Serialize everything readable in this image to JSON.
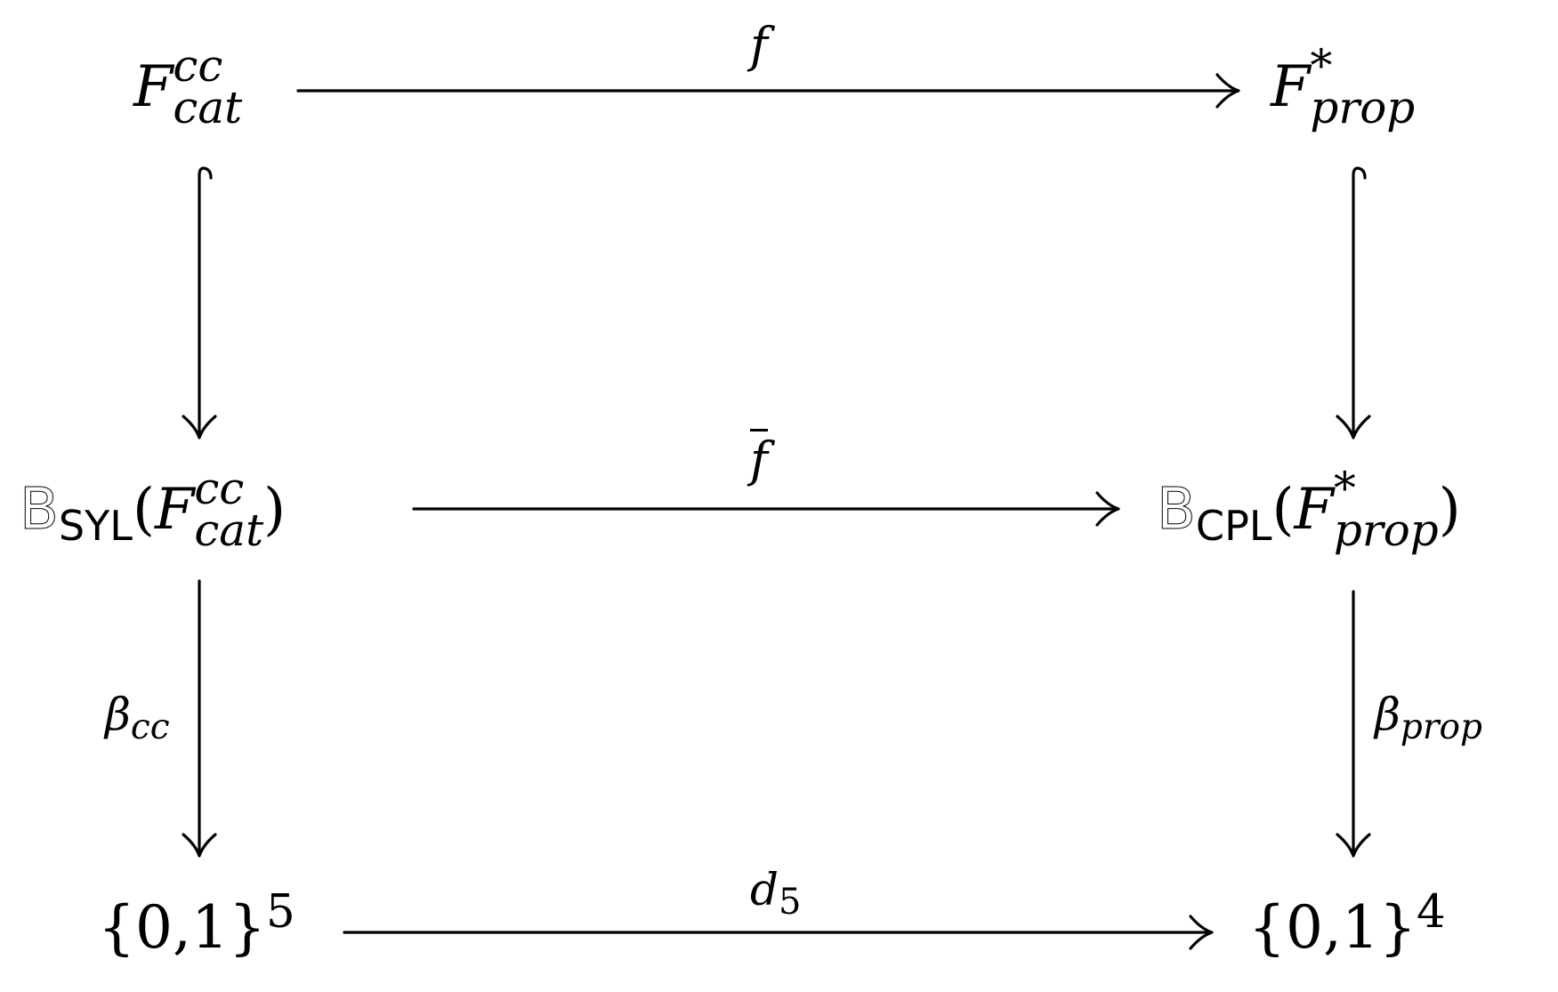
{
  "nodes": {
    "top_left": {
      "base": "F",
      "sup": "cc",
      "sub": "cat"
    },
    "top_right": {
      "base": "F",
      "sup": "*",
      "sub": "prop"
    },
    "mid_left": {
      "bb": "B",
      "bb_sub": "SYL",
      "open": "(",
      "base": "F",
      "sup": "cc",
      "sub": "cat",
      "close": ")"
    },
    "mid_right": {
      "bb": "B",
      "bb_sub": "CPL",
      "open": "(",
      "base": "F",
      "sup": "*",
      "sub": "prop",
      "close": ")"
    },
    "bottom_left": {
      "text": "{0,1}",
      "sup": "5"
    },
    "bottom_right": {
      "text": "{0,1}",
      "sup": "4"
    }
  },
  "labels": {
    "top_arrow": "f",
    "mid_arrow": "f",
    "bottom_arrow": {
      "base": "d",
      "sub": "5"
    },
    "left_lower_arrow": {
      "base": "β",
      "sub": "cc"
    },
    "right_lower_arrow": {
      "base": "β",
      "sub": "prop"
    }
  },
  "arrows": {
    "left_upper": "hook",
    "right_upper": "hook",
    "top": "plain",
    "mid": "plain",
    "bottom": "plain",
    "left_lower": "plain",
    "right_lower": "plain"
  }
}
